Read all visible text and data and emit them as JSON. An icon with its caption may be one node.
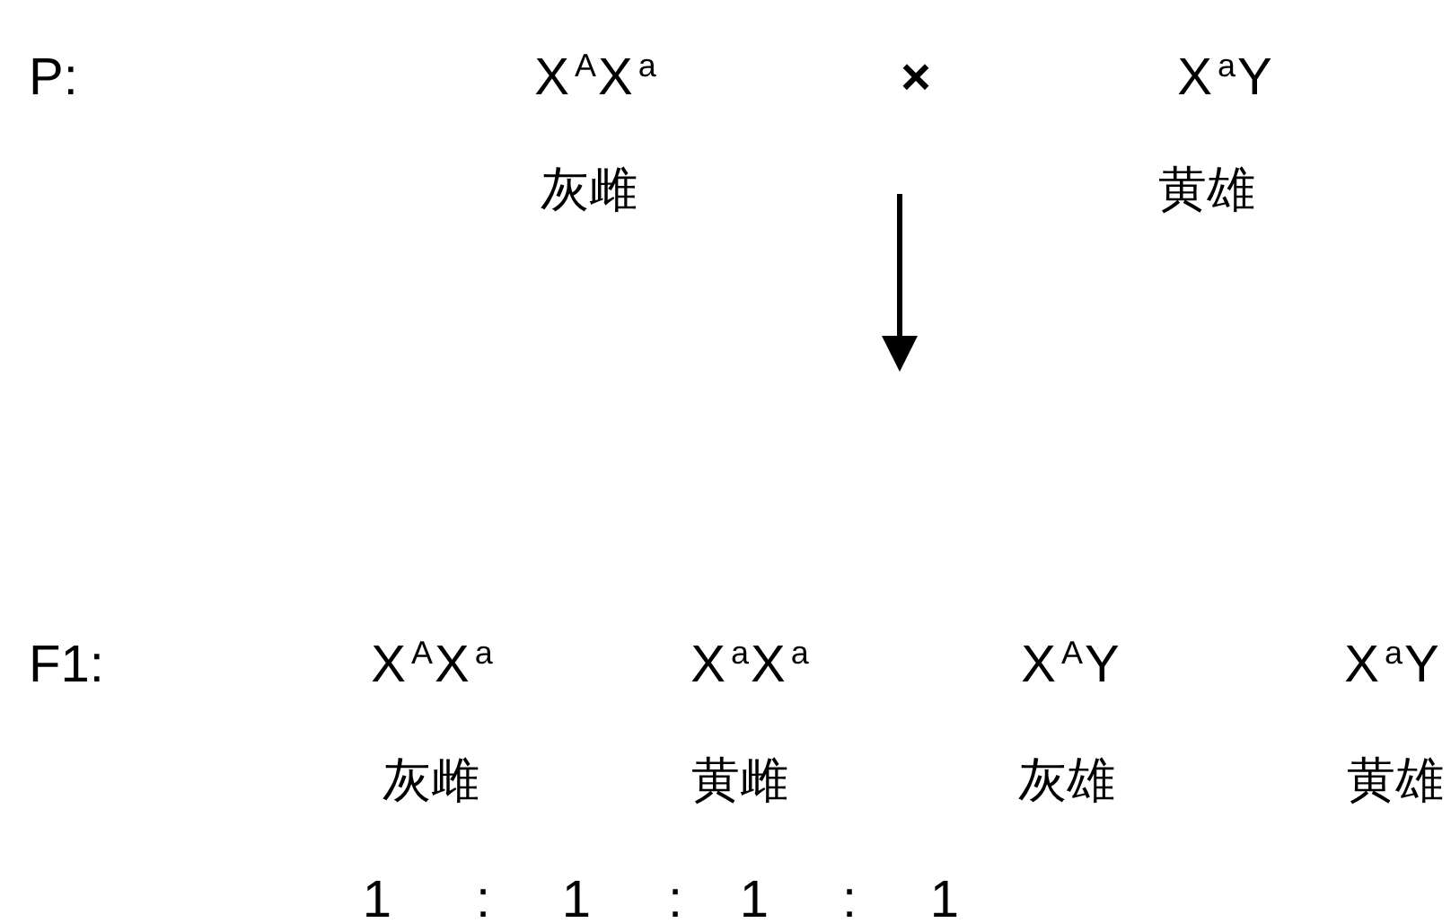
{
  "diagram": {
    "labels": [
      "P:",
      "X$^{A}$X$^{a}$",
      "×",
      "X$^{a}$Y",
      "灰雌",
      "黄雄",
      "F1:",
      "X$^{A}$X$^{a}$",
      "X$^{a}$X$^{a}$",
      "X$^{A}$Y",
      "X$^{a}$Y",
      "灰雌",
      "黄雌",
      "灰雄",
      "黄雄",
      "1",
      ":",
      "1",
      ":",
      "1",
      ":",
      "1"
    ]
  }
}
